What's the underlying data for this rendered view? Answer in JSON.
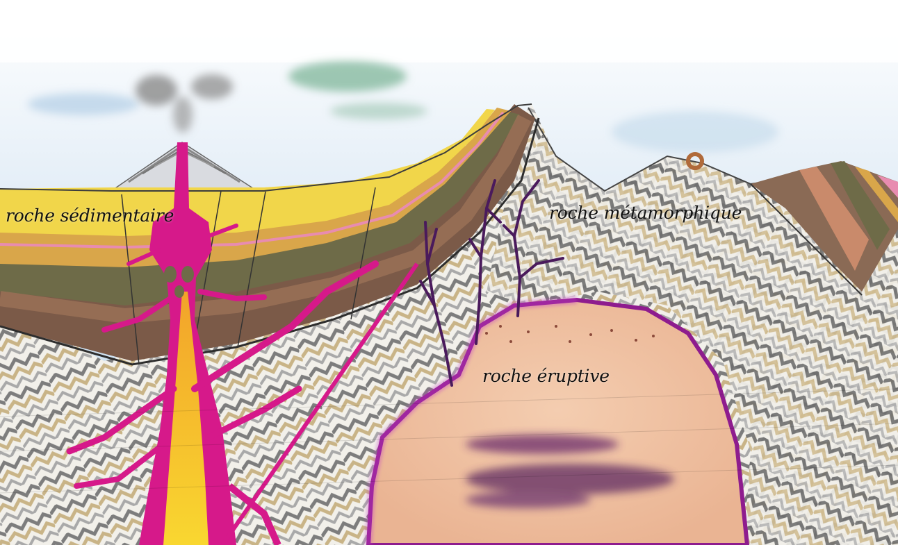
{
  "labels": {
    "sedimentary": "roche sédimentaire",
    "metamorphic": "roche métamorphique",
    "eruptive": "roche éruptive"
  },
  "colors": {
    "sky": "#bcd6ea",
    "magma": "#d6198a",
    "magma_core": "#f7c51a",
    "sed_sand": "#d9a64a",
    "sed_yellow": "#f1d64a",
    "sed_olive": "#6e6b48",
    "sed_brown": "#7c5a48",
    "sed_pink": "#e88cb0",
    "meta_gray": "#8c8c8c",
    "meta_tan": "#cdb78a",
    "granite": "#f1c2a3",
    "granite_rim": "#8e1c8e",
    "dike_purple": "#4a1a5c"
  }
}
